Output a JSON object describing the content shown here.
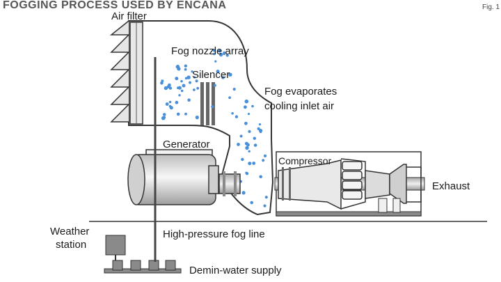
{
  "figure": {
    "title": "FOGGING PROCESS USED BY ENCANA",
    "fig_number": "Fig. 1"
  },
  "labels": {
    "air_filter": "Air filter",
    "fog_nozzle_array": "Fog nozzle array",
    "silencer": "Silencer",
    "fog_evaporates_line1": "Fog evaporates",
    "fog_evaporates_line2": "cooling inlet air",
    "generator": "Generator",
    "compressor": "Compressor",
    "exhaust": "Exhaust",
    "weather_station_line1": "Weather",
    "weather_station_line2": "station",
    "high_pressure_fog_line": "High-pressure fog line",
    "demin_water_supply": "Demin-water supply"
  },
  "colors": {
    "fog_droplet": "#4a90d9",
    "outline": "#333333",
    "fill_light": "#f2f2f2",
    "fill_mid": "#d9d9d9",
    "fill_dark": "#8a8a8a"
  }
}
